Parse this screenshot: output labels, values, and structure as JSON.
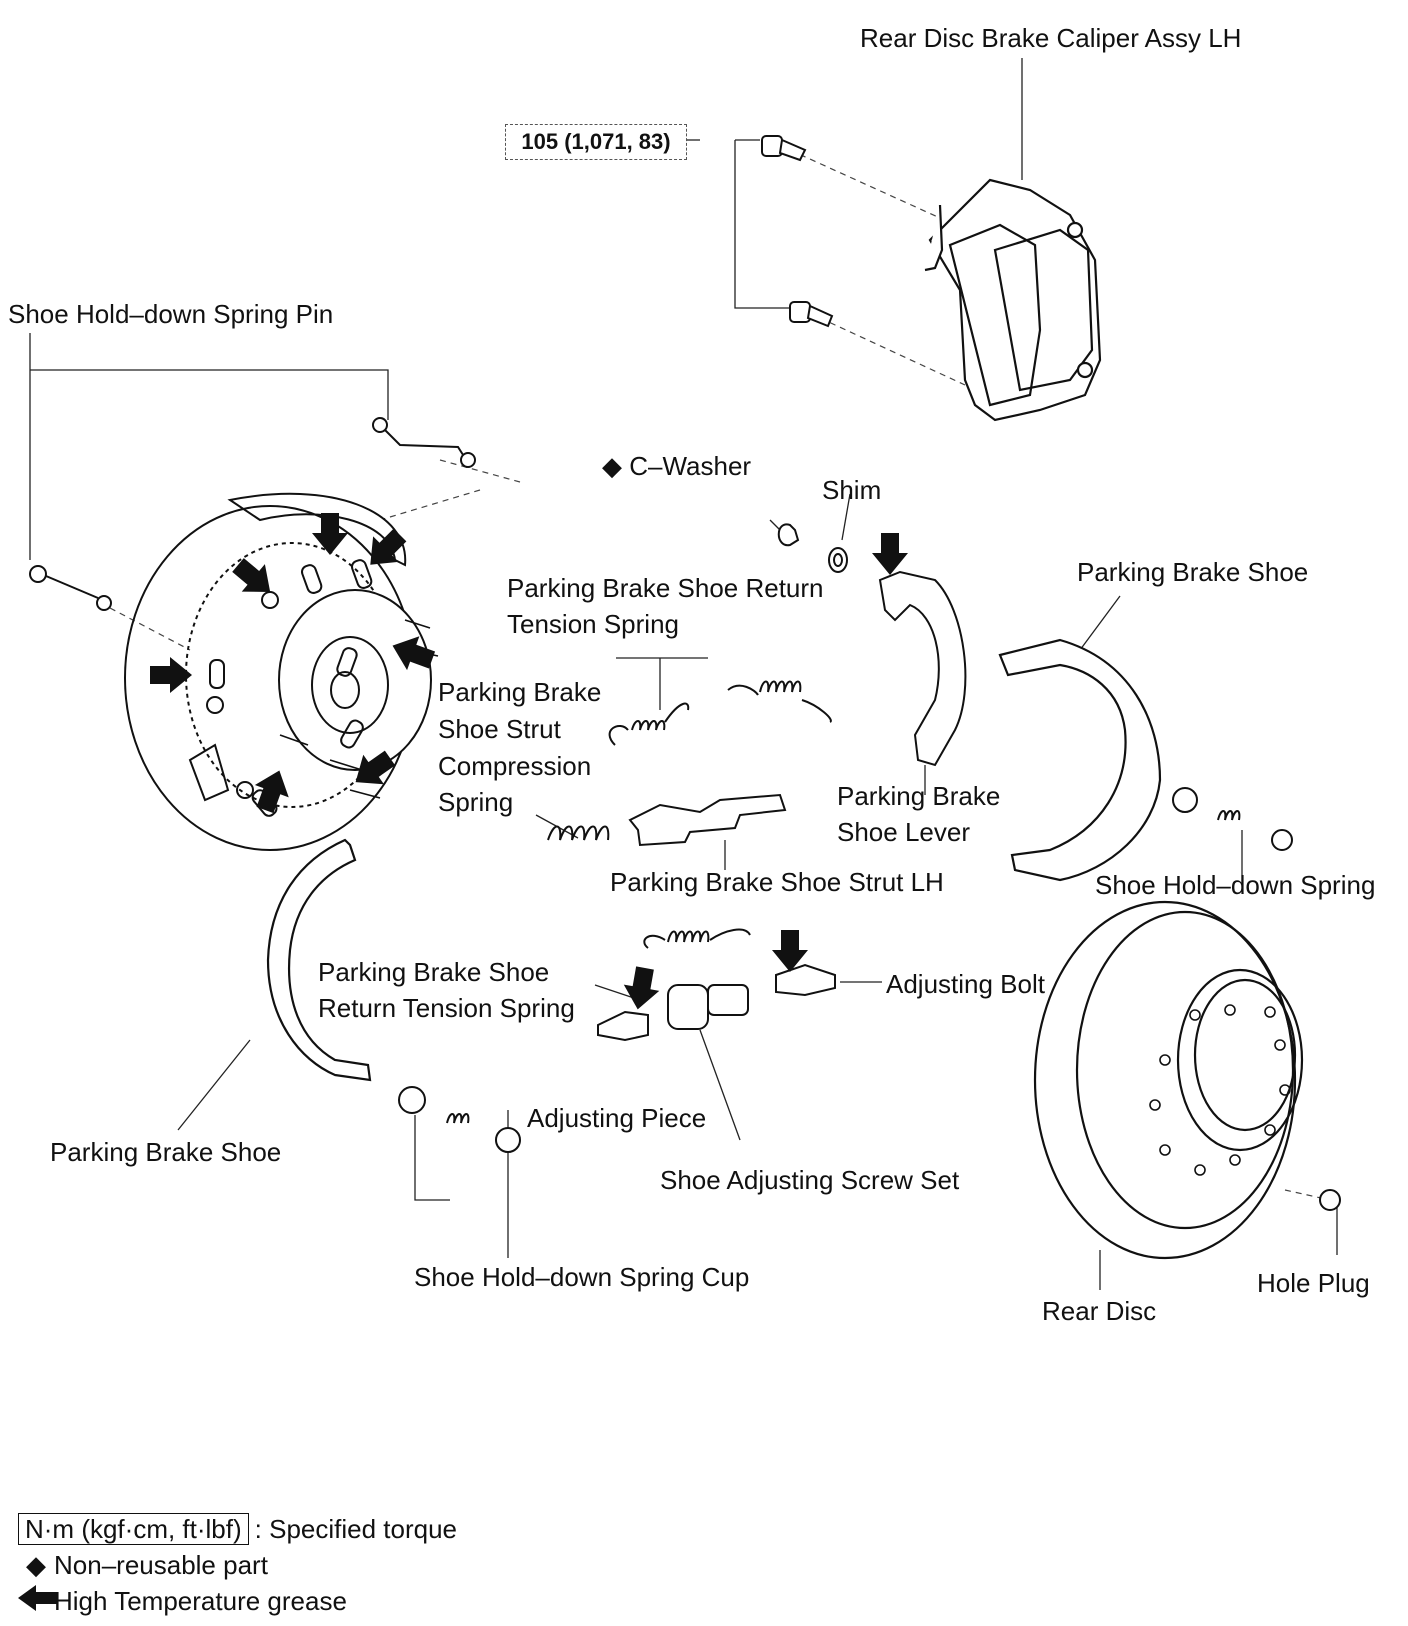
{
  "labels": {
    "caliper": "Rear Disc Brake Caliper Assy LH",
    "torque": "105 (1,071, 83)",
    "pin": "Shoe Hold–down Spring Pin",
    "cwasher": "◆ C–Washer",
    "shim": "Shim",
    "return_spring_top_1": "Parking Brake Shoe Return",
    "return_spring_top_2": "Tension Spring",
    "shoe_top_right": "Parking Brake Shoe",
    "strut_spring_1": "Parking Brake",
    "strut_spring_2": "Shoe Strut",
    "strut_spring_3": "Compression",
    "strut_spring_4": "Spring",
    "lever_1": "Parking Brake",
    "lever_2": "Shoe Lever",
    "strut": "Parking Brake Shoe Strut LH",
    "holddown_spring": "Shoe Hold–down Spring",
    "adjusting_bolt": "Adjusting Bolt",
    "return_spring_bottom_1": "Parking Brake Shoe",
    "return_spring_bottom_2": "Return Tension Spring",
    "adjusting_piece": "Adjusting Piece",
    "screw_set": "Shoe Adjusting Screw Set",
    "shoe_bottom_left": "Parking Brake Shoe",
    "spring_cup": "Shoe Hold–down Spring Cup",
    "rear_disc": "Rear Disc",
    "hole_plug": "Hole Plug"
  },
  "legend": {
    "torque_unit": "N·m (kgf·cm, ft·lbf)",
    "torque_desc": ": Specified torque",
    "nonreusable_symbol": "◆",
    "nonreusable_desc": "Non–reusable part",
    "grease_desc": "High Temperature grease"
  },
  "icons": {
    "grease_arrow": "arrow-icon",
    "nonreusable": "diamond-icon"
  }
}
